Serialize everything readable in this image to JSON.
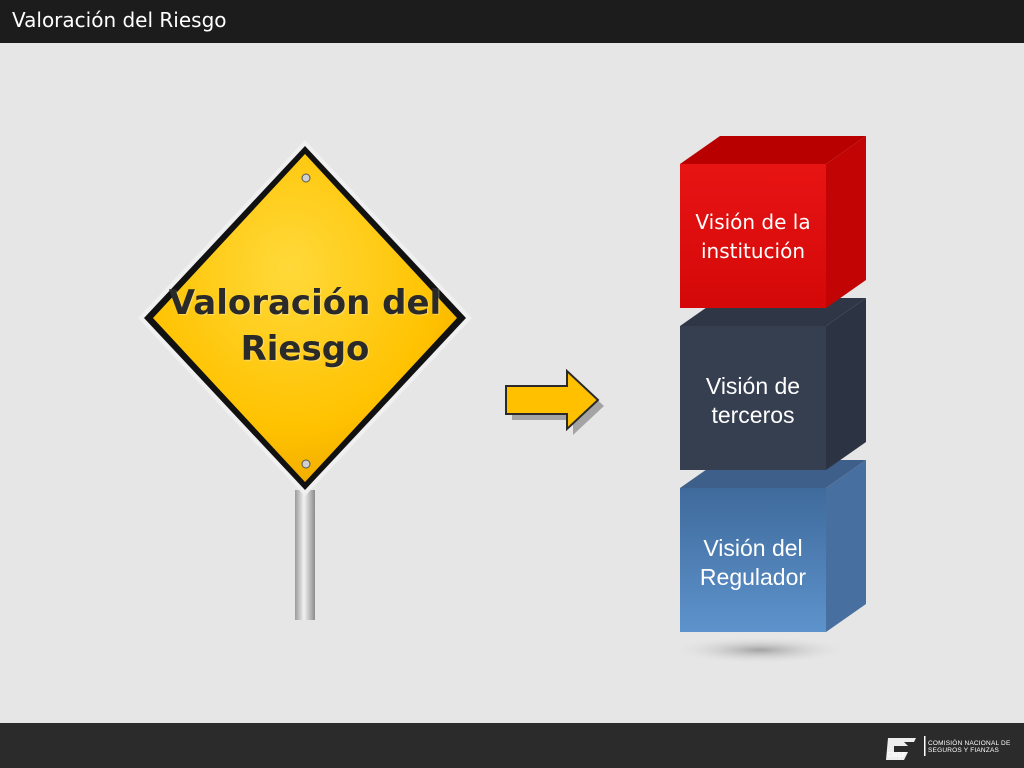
{
  "header": {
    "title": "Valoración del Riesgo"
  },
  "sign": {
    "title": "Valoración del Riesgo",
    "color": "#ffc800"
  },
  "arrow": {
    "icon": "right-arrow-icon",
    "color": "#ffc000"
  },
  "boxes": [
    {
      "label": "Visión de la institución",
      "color": "#e01010"
    },
    {
      "label": "Visión de terceros",
      "color": "#3a4354"
    },
    {
      "label": "Visión del Regulador",
      "color": "#4f7fb5"
    }
  ],
  "footer": {
    "logo_line1": "COMISIÓN NACIONAL DE",
    "logo_line2": "SEGUROS Y FIANZAS",
    "logo_abbr": "CNSF"
  }
}
